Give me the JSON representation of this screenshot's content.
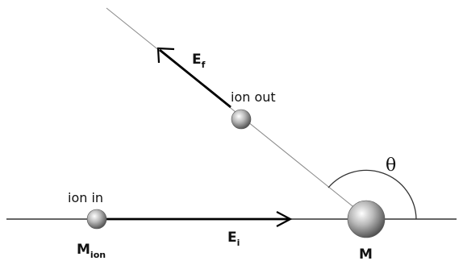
{
  "labels": {
    "ion_out": "ion out",
    "ion_in": "ion in",
    "final_energy": "E",
    "final_energy_sub": "f",
    "initial_energy": "E",
    "initial_energy_sub": "i",
    "ion_mass": "M",
    "ion_mass_sub": "ion",
    "target_mass": "M",
    "angle": "θ"
  }
}
